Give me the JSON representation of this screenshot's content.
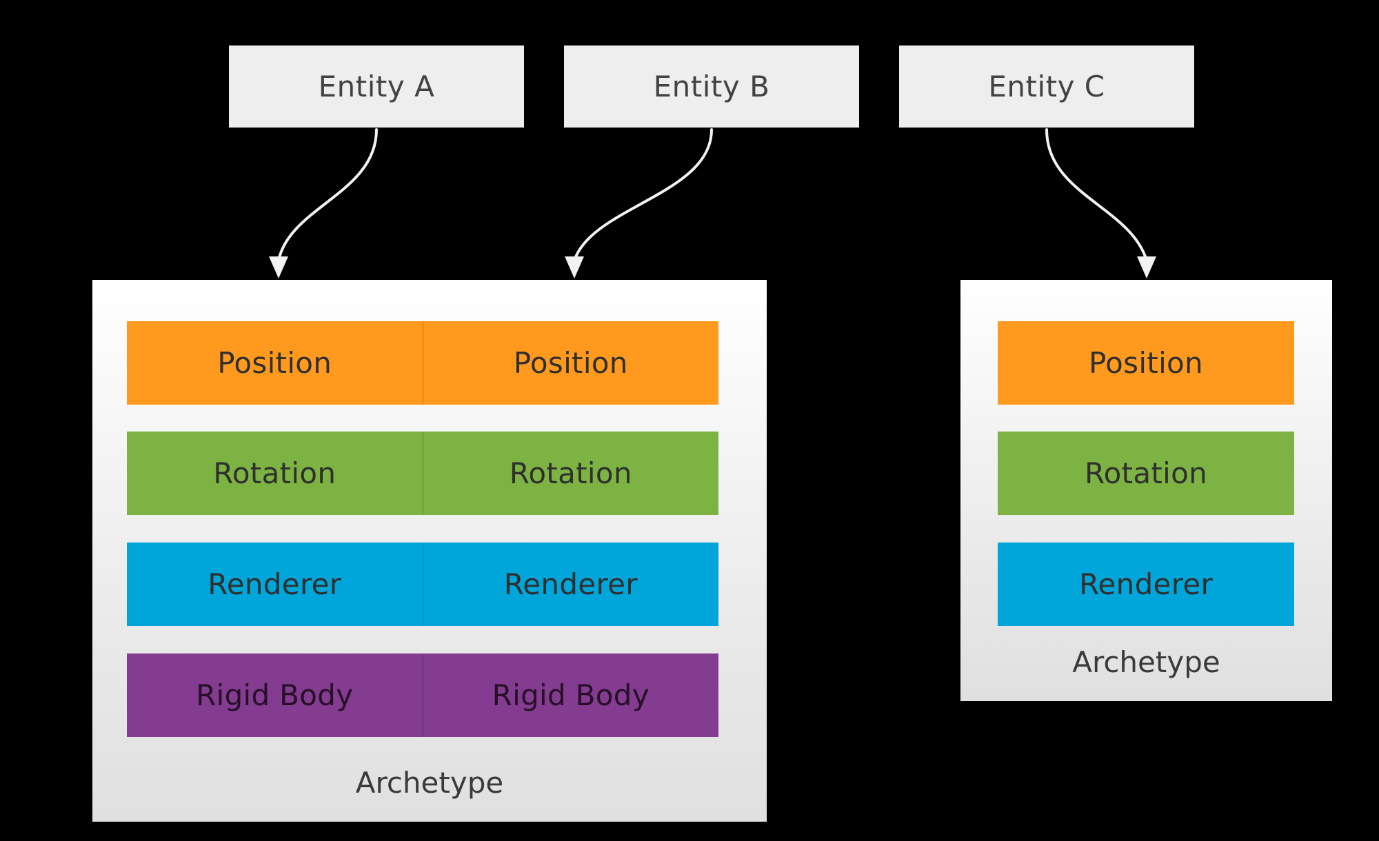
{
  "entities": [
    {
      "label": "Entity A"
    },
    {
      "label": "Entity B"
    },
    {
      "label": "Entity C"
    }
  ],
  "archetypes": [
    {
      "label": "Archetype",
      "rows": [
        {
          "cells": [
            "Position",
            "Position"
          ],
          "color": "#ff9a1f"
        },
        {
          "cells": [
            "Rotation",
            "Rotation"
          ],
          "color": "#7db342"
        },
        {
          "cells": [
            "Renderer",
            "Renderer"
          ],
          "color": "#00a6d9"
        },
        {
          "cells": [
            "Rigid Body",
            "Rigid Body"
          ],
          "color": "#833c8f"
        }
      ]
    },
    {
      "label": "Archetype",
      "rows": [
        {
          "cells": [
            "Position"
          ],
          "color": "#ff9a1f"
        },
        {
          "cells": [
            "Rotation"
          ],
          "color": "#7db342"
        },
        {
          "cells": [
            "Renderer"
          ],
          "color": "#00a6d9"
        }
      ]
    }
  ],
  "colors": {
    "background": "#000000",
    "box": "#eeeeee",
    "arrow": "#f2f2f2"
  }
}
